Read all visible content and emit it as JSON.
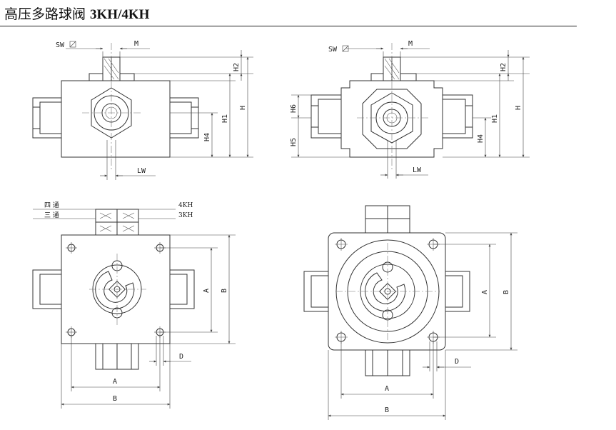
{
  "title": {
    "cn": "高压多路球阀",
    "model": "3KH/4KH"
  },
  "labels": {
    "sw": "SW",
    "m": "M",
    "lw": "LW",
    "h": "H",
    "h1": "H1",
    "h2": "H2",
    "h4": "H4",
    "h5": "H5",
    "h6": "H6",
    "a": "A",
    "b": "B",
    "d": "D"
  },
  "variants": {
    "four_way": "四 通",
    "three_way": "三 通",
    "four_code": "4KH",
    "three_code": "3KH"
  }
}
